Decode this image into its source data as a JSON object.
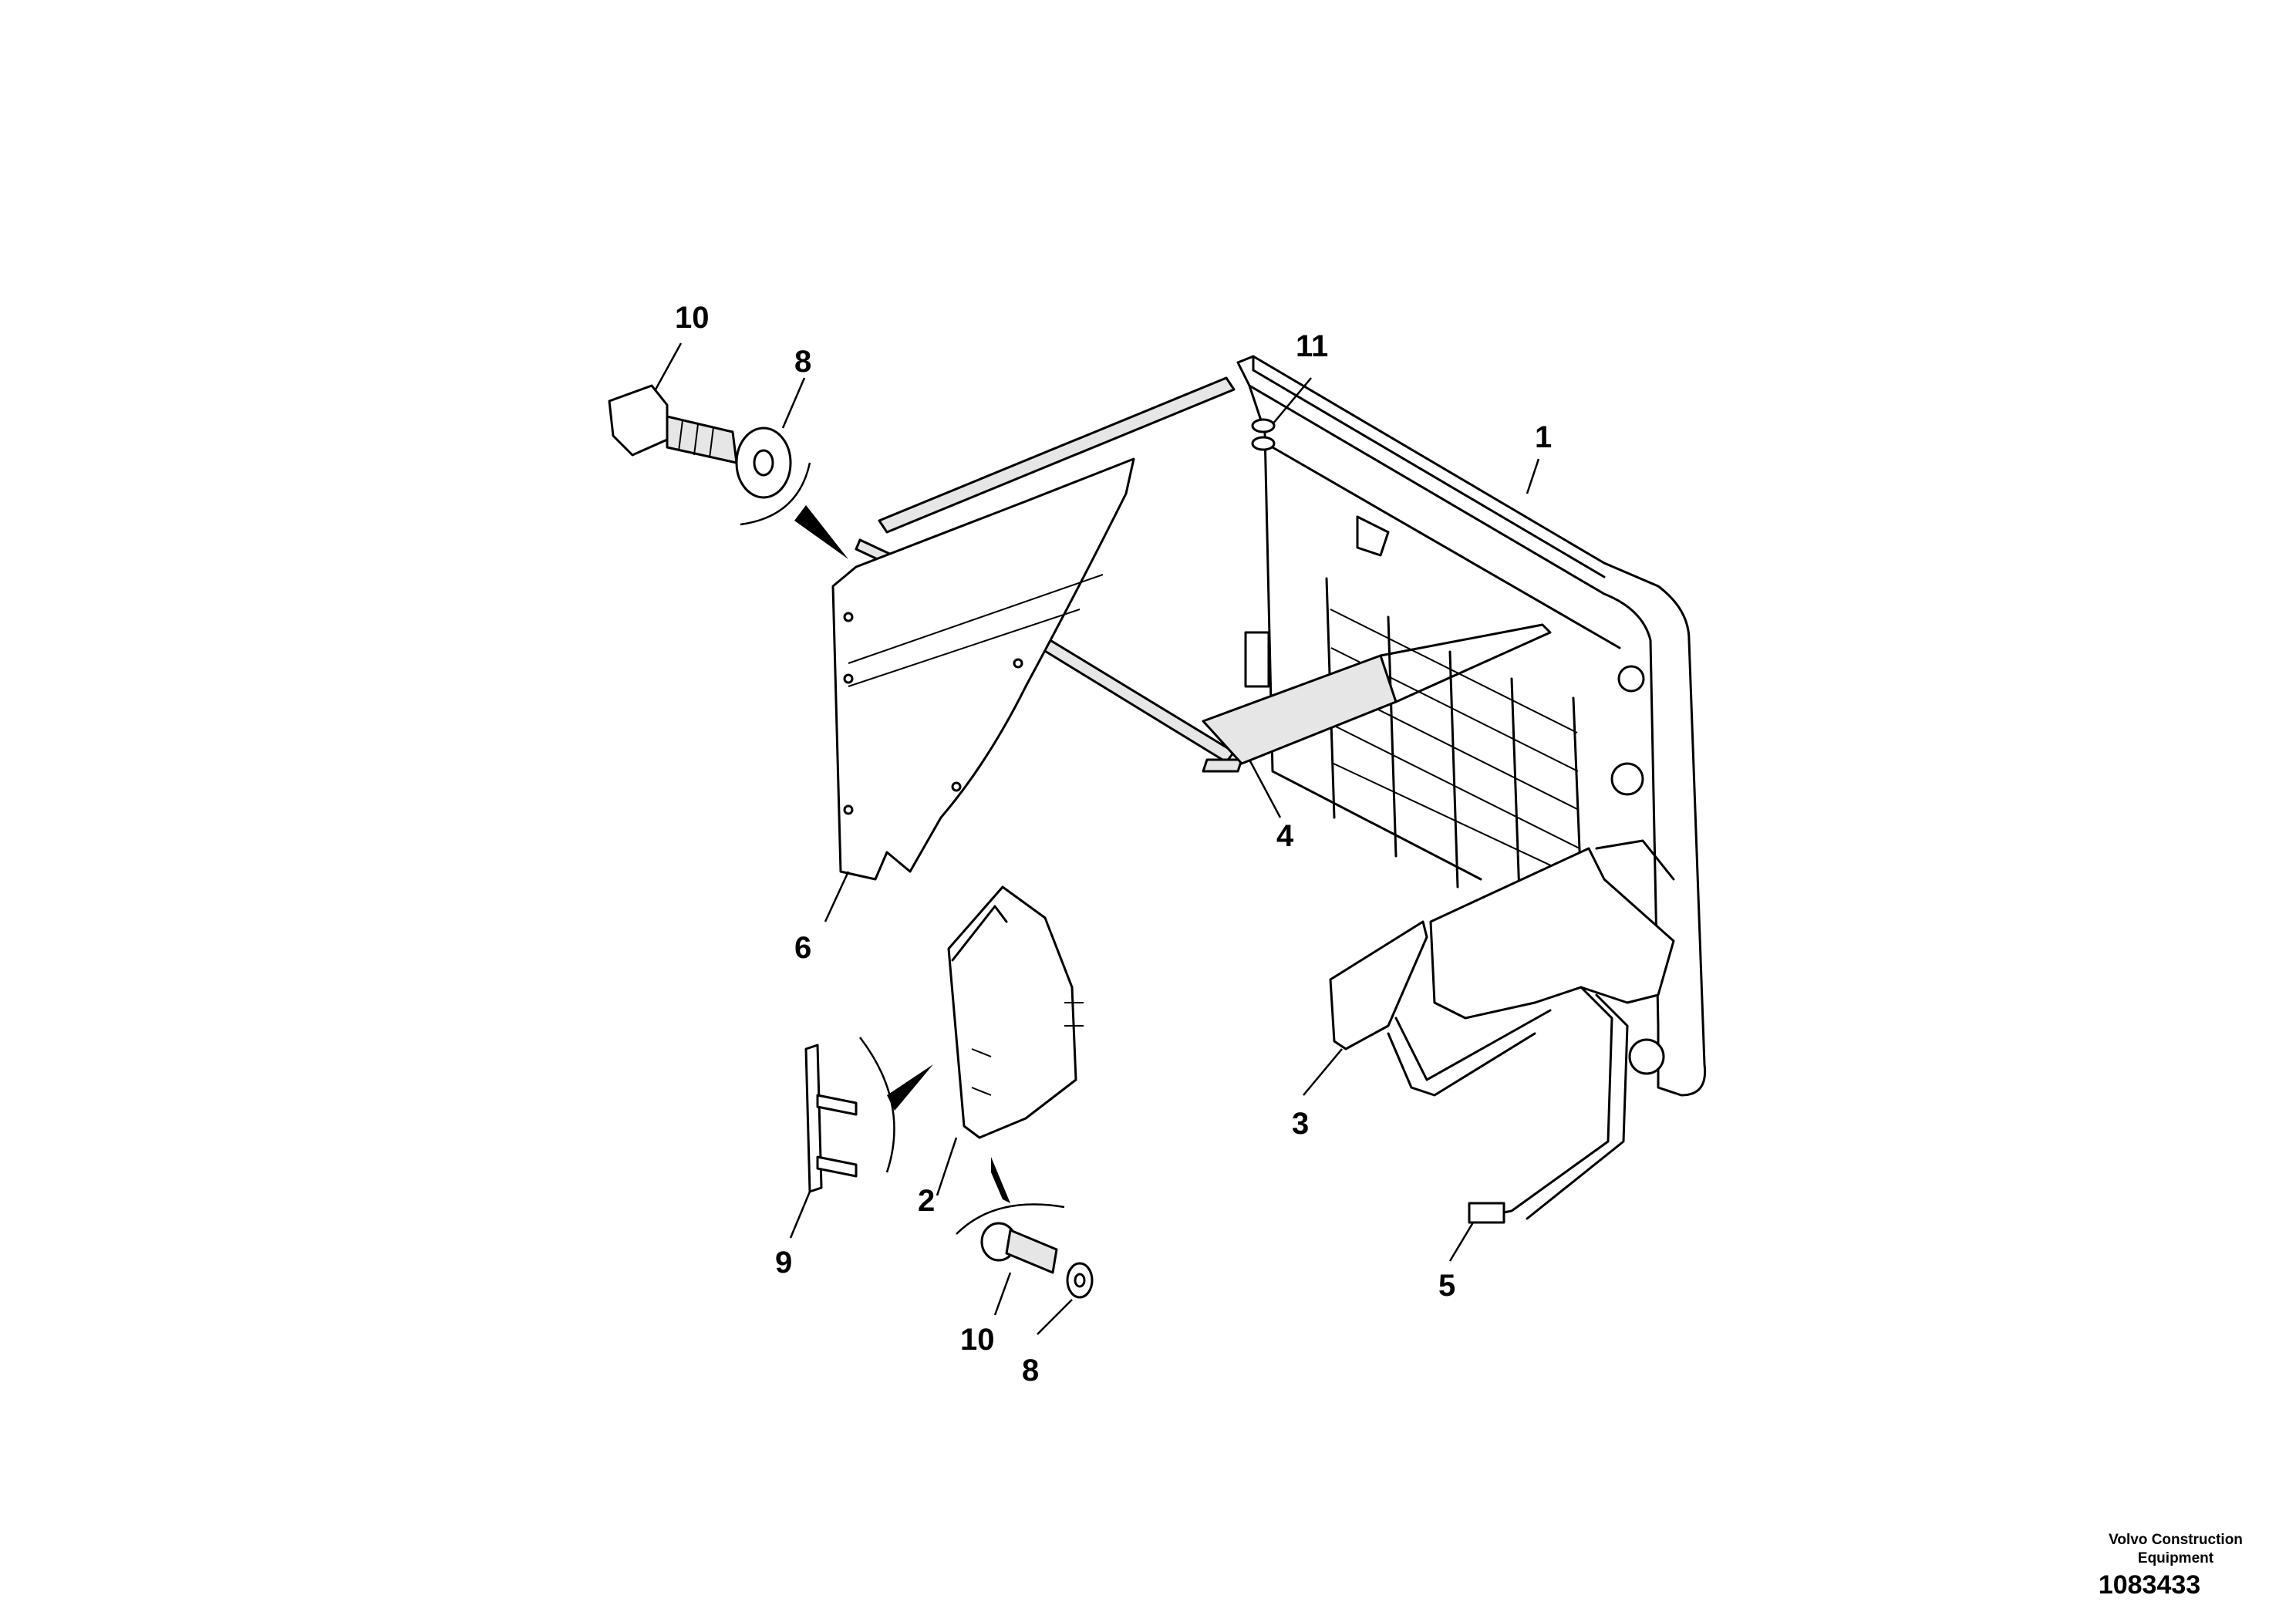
{
  "drawing": {
    "callouts": [
      "1",
      "2",
      "3",
      "4",
      "5",
      "6",
      "8",
      "8",
      "9",
      "10",
      "10",
      "11"
    ]
  },
  "credit": {
    "company_line1": "Volvo Construction",
    "company_line2": "Equipment",
    "figure_number": "1083433"
  }
}
